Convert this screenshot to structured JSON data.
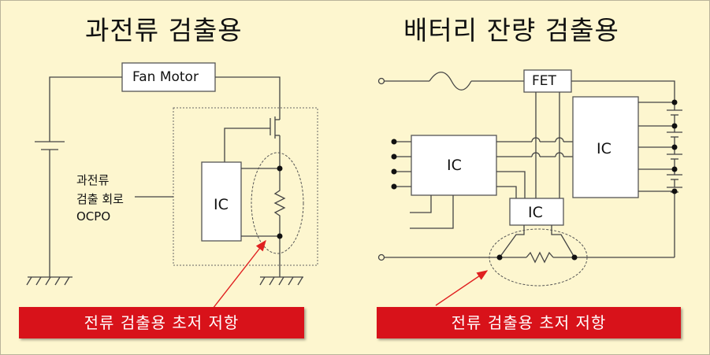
{
  "titles": {
    "left": "과전류 검출용",
    "right": "배터리 잔량 검출용"
  },
  "left_circuit": {
    "fan_motor": "Fan Motor",
    "ic": "IC",
    "ocp_label_line1": "과전류",
    "ocp_label_line2": "검출 회로",
    "ocp_label_line3": "OCPO"
  },
  "right_circuit": {
    "fet": "FET",
    "ic_left": "IC",
    "ic_right": "IC",
    "ic_bottom": "IC"
  },
  "banners": {
    "left": "전류 검출용 초저 저항",
    "right": "전류 검출용 초저 저항"
  },
  "colors": {
    "banner": "#d8121a",
    "background": "#fdf6cf",
    "arrow": "#e02020"
  }
}
